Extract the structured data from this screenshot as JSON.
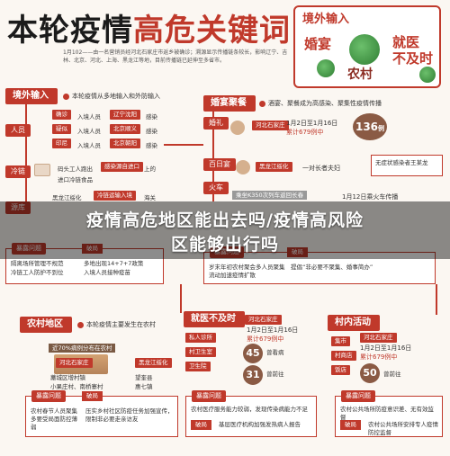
{
  "header": {
    "title_dark": "本轮疫情",
    "title_red": "高危关键词",
    "intro": "1月102——由一名营销员经河北石家庄市返乡被确诊；溯源显示传播链条较长，影响辽宁、吉林、北京、河北、上海、黑龙江等地，目前传播链已延伸至多省市。"
  },
  "badge": {
    "title": "境外输入",
    "w1": "婚宴",
    "w2": "就医",
    "w3": "不及时",
    "w4": "",
    "w5": "农村"
  },
  "overlay": {
    "line1": "疫情高危地区能出去吗/疫情高风险",
    "line2": "区能够出行吗"
  },
  "left": {
    "tab": "境外输入",
    "desc": "本轮疫情从多地输入和外防输入",
    "routes": [
      {
        "label": "人员",
        "items": [
          "确诊",
          "入境人员",
          "辽宁沈阳",
          "感染"
        ]
      },
      {
        "label": "冷链",
        "items": [
          "码头工人跑出",
          "感染源自进口",
          "进口冷链食品",
          "上的"
        ]
      },
      {
        "label": "源库",
        "items": [
          "黑龙江绥化",
          "冷链运输入境",
          "海关"
        ]
      }
    ],
    "rows": [
      {
        "tag": "确诊",
        "text": "入境人员",
        "place": "辽宁沈阳",
        "note": "感染"
      },
      {
        "tag": "疑似",
        "text": "入境人员",
        "place": "北京顺义",
        "note": "感染"
      },
      {
        "tag": "印尼",
        "text": "入境人员",
        "place": "北京朝阳",
        "note": "感染"
      }
    ],
    "risk_head": "暴露问题",
    "risk_mid": "破局",
    "risk_text1": "隔离场所管理不规范",
    "risk_text2": "冷链工人防护不到位",
    "risk_text3": "多地出现14+7+7政策",
    "risk_text4": "入境人员接种疫苗"
  },
  "middle": {
    "tab": "婚宴聚餐",
    "desc": "酒宴、聚餐成为高感染、聚集性疫情传播",
    "rows": [
      {
        "label": "婚礼",
        "place": "河北石家庄",
        "date": "1月2日至1月16日",
        "sub": "累计679例中",
        "count": "136",
        "unit": "例"
      },
      {
        "label": "百日宴",
        "place": "黑龙江绥化",
        "date": "一对长者夫妇",
        "sub": "",
        "count": "",
        "unit": ""
      },
      {
        "label": "火车",
        "place": "乘坐K350次列车返回长春",
        "date": "",
        "sub": "",
        "count": "",
        "unit": ""
      }
    ],
    "right_note": "无症状感染者王某龙",
    "train_note": "1月12日乘火车传播",
    "mid_risk_head": "暴露问题",
    "mid_risk_mid": "破局",
    "mid_risk_text": "岁末年初农村聚会多人员聚集流动加速疫情扩散",
    "mid_risk_text2": "提倡“非必要不聚集、婚事简办”"
  },
  "rural": {
    "tab": "农村地区",
    "desc": "本轮疫情主要发生在农村",
    "stat": "近70%病例分布在农村",
    "place1": "河北石家庄",
    "place2": "黑龙江绥化",
    "town1": "藁城区增村镇",
    "town2": "望奎县",
    "village1": "小果庄村、南桥寨村",
    "village2": "惠七镇",
    "risk_head": "暴露问题",
    "risk_text": "农村春节人员聚集多要受局面防控薄弱",
    "fix_head": "破局",
    "fix_text": "压实乡村社区防疫任务加强宣传，限制非必要走亲访友"
  },
  "med": {
    "tab": "就医不及时",
    "place": "河北石家庄",
    "date": "1月2日至1月16日",
    "sub": "累计679例中",
    "n1": "45",
    "n2": "31",
    "l1": "曾看病",
    "l2": "曾前往",
    "tags": [
      "私人诊所",
      "村卫生室",
      "卫生院"
    ],
    "risk": "农村医疗服务能力较弱，发现传染病能力不足",
    "fix": "基层医疗机构加强发热病人报告"
  },
  "village": {
    "tab": "村内活动",
    "place": "河北石家庄",
    "date": "1月2日至1月16日",
    "sub": "累计679例中",
    "n1": "50",
    "l1": "曾前往",
    "tags": [
      "集市",
      "村商店",
      "饭店"
    ],
    "risk": "农村公共场所防疫意识差、无有效监督",
    "fix": "农村公共场所安排专人疫情防控监督"
  }
}
